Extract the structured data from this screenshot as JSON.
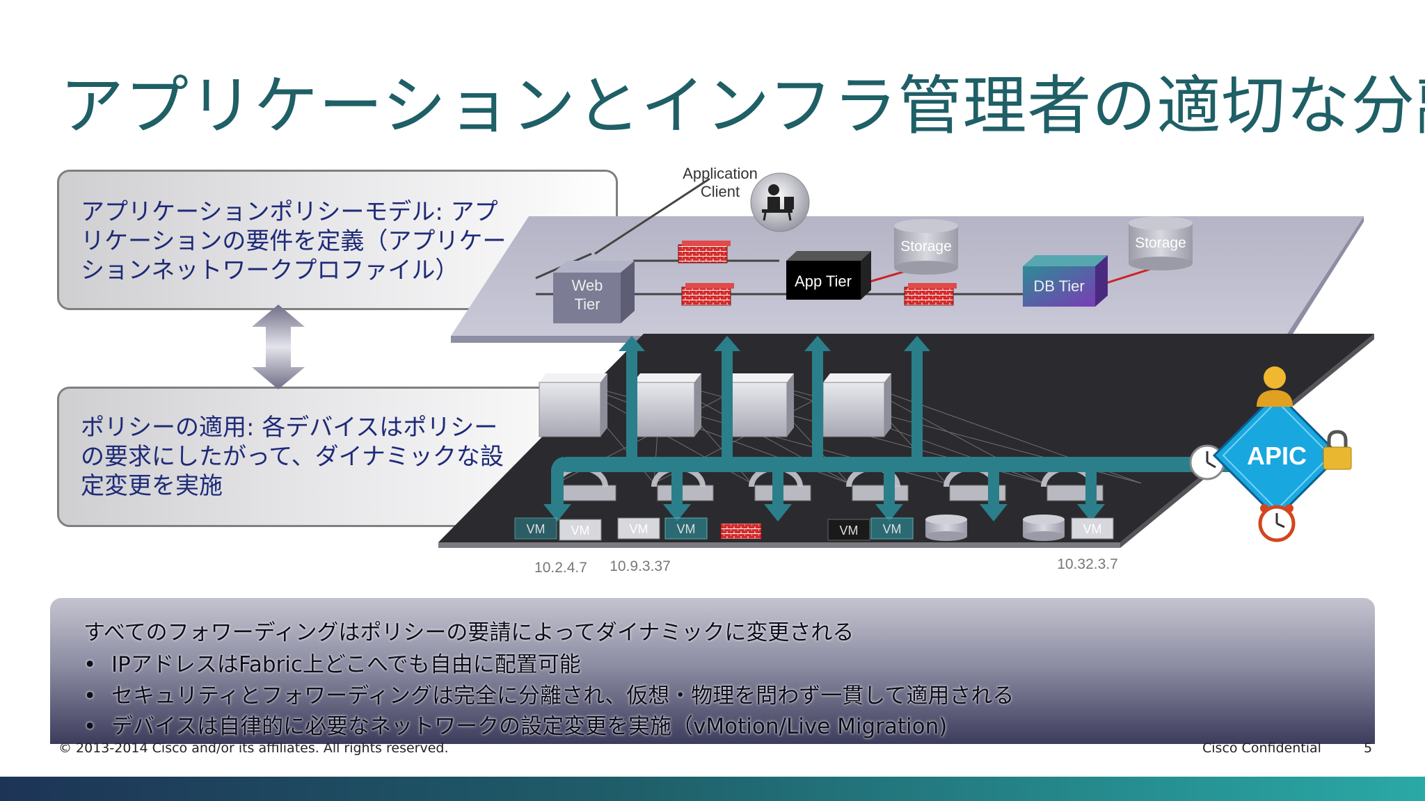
{
  "slide": {
    "title": "アプリケーションとインフラ管理者の適切な分離",
    "policy_model_text": "アプリケーションポリシーモデル: アプリケーションの要件を定義（アプリケーションネットワークプロファイル）",
    "policy_apply_text": "ポリシーの適用: 各デバイスはポリシーの要求にしたがって、ダイナミックな設定変更を実施"
  },
  "diagram": {
    "app_client_line1": "Application",
    "app_client_line2": "Client",
    "web_tier_line1": "Web",
    "web_tier_line2": "Tier",
    "app_tier": "App Tier",
    "db_tier": "DB Tier",
    "storage1": "Storage",
    "storage2": "Storage",
    "vm_label": "VM",
    "ip1": "10.2.4.7",
    "ip2": "10.9.3.37",
    "ip3": "10.32.3.7",
    "apic": "APIC",
    "colors": {
      "teal": "#2b7f8a",
      "firewall_red": "#d42a2a",
      "apic_blue": "#19a7e0"
    }
  },
  "bottom": {
    "heading": "すべてのフォワーディングはポリシーの要請によってダイナミックに変更される",
    "bullet_glyph": "•",
    "bullets": [
      "IPアドレスはFabric上どこへでも自由に配置可能",
      "セキュリティとフォワーディングは完全に分離され、仮想・物理を問わず一貫して適用される",
      "デバイスは自律的に必要なネットワークの設定変更を実施（vMotion/Live Migration)"
    ]
  },
  "footer": {
    "copyright": "© 2013-2014  Cisco and/or its affiliates. All rights reserved.",
    "confidential": "Cisco Confidential",
    "page": "5"
  }
}
